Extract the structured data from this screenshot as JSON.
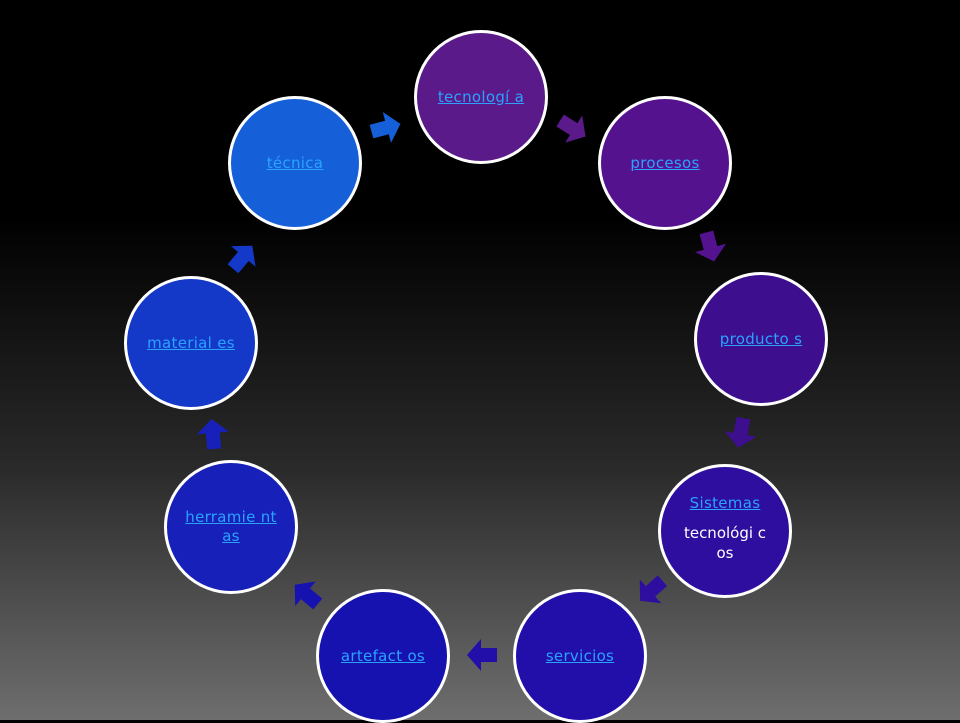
{
  "nodes": [
    {
      "id": "tecnologia",
      "label": "tecnologí a",
      "color": "#5a1a8a"
    },
    {
      "id": "procesos",
      "label": "procesos",
      "color": "#55128f"
    },
    {
      "id": "productos",
      "label": "producto s",
      "color": "#3d0f8f"
    },
    {
      "id": "sistemas",
      "label": "Sistemas",
      "sublabel": "tecnológi cos",
      "color": "#2e0e9e"
    },
    {
      "id": "servicios",
      "label": "servicios",
      "color": "#220ea8"
    },
    {
      "id": "artefactos",
      "label": "artefact os",
      "color": "#1612b0"
    },
    {
      "id": "herramientas",
      "label": "herramie ntas",
      "color": "#1720b8"
    },
    {
      "id": "materiales",
      "label": "material es",
      "color": "#1438c8"
    },
    {
      "id": "tecnica",
      "label": "técnica",
      "color": "#1560d8"
    }
  ],
  "arrow_colors": [
    "#5a1a8a",
    "#55128f",
    "#3d0f8f",
    "#2e0e9e",
    "#220ea8",
    "#1612b0",
    "#1720b8",
    "#1438c8",
    "#1560d8"
  ]
}
